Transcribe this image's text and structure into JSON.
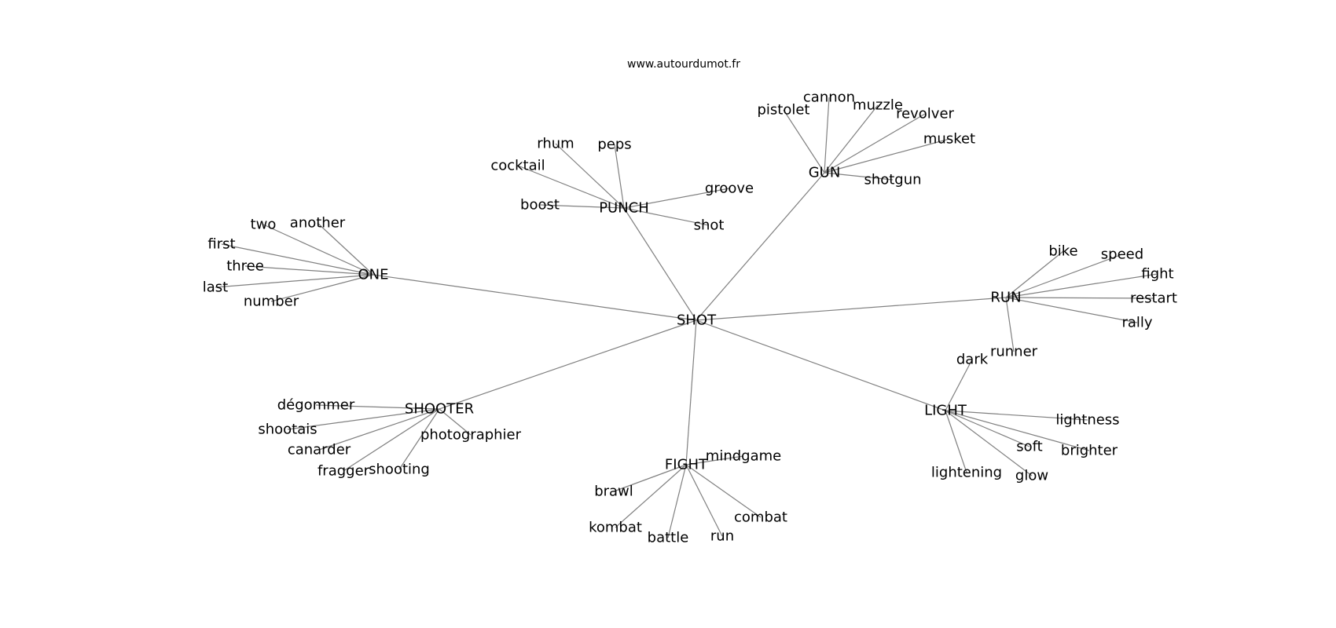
{
  "site": "www.autourdumot.fr",
  "graph": {
    "center": "SHOT",
    "clusters": [
      {
        "hub": "ONE",
        "words": [
          "two",
          "another",
          "first",
          "three",
          "last",
          "number"
        ]
      },
      {
        "hub": "PUNCH",
        "words": [
          "rhum",
          "peps",
          "cocktail",
          "groove",
          "boost",
          "shot"
        ]
      },
      {
        "hub": "GUN",
        "words": [
          "pistolet",
          "cannon",
          "muzzle",
          "revolver",
          "musket",
          "shotgun"
        ]
      },
      {
        "hub": "RUN",
        "words": [
          "bike",
          "speed",
          "fight",
          "restart",
          "rally",
          "runner"
        ]
      },
      {
        "hub": "LIGHT",
        "words": [
          "dark",
          "lightness",
          "soft",
          "brighter",
          "lightening",
          "glow"
        ]
      },
      {
        "hub": "FIGHT",
        "words": [
          "mindgame",
          "brawl",
          "combat",
          "kombat",
          "battle",
          "run"
        ]
      },
      {
        "hub": "SHOOTER",
        "words": [
          "dégommer",
          "shootais",
          "photographier",
          "canarder",
          "fragger",
          "shooting"
        ]
      }
    ]
  }
}
